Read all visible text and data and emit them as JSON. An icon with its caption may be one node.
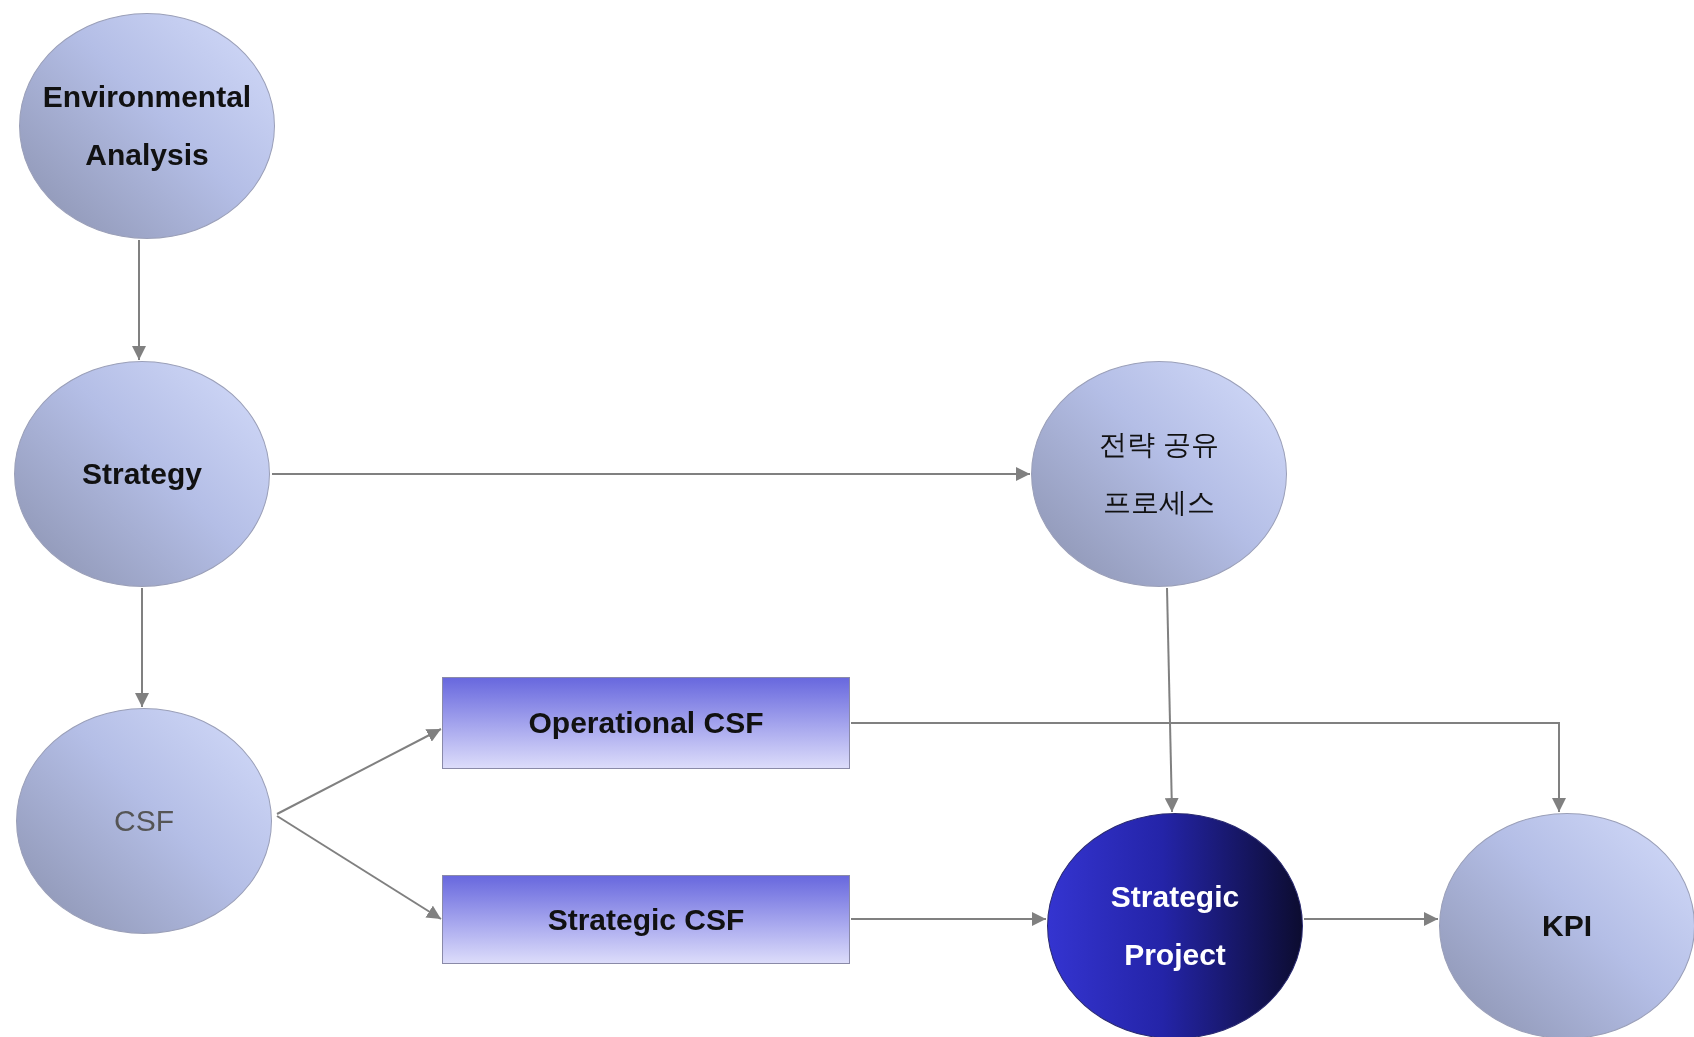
{
  "diagram": {
    "nodes": [
      {
        "text": [
          "Environmental Analysis"
        ]
      },
      {
        "text": [
          "Strategy"
        ]
      },
      {
        "text": [
          "전략 공유 프로세스"
        ]
      },
      {
        "text": [
          "CSF"
        ]
      },
      {
        "text": [
          "Operational CSF"
        ]
      },
      {
        "text": [
          "Strategic CSF"
        ]
      },
      {
        "text": [
          "Strategic Project"
        ]
      },
      {
        "text": [
          "KPI"
        ]
      }
    ],
    "edges": [
      {
        "from": 0,
        "to": 1,
        "arrow": "to"
      },
      {
        "from": 1,
        "to": 2,
        "arrow": "to"
      },
      {
        "from": 1,
        "to": 3,
        "arrow": "to"
      },
      {
        "from": 3,
        "to": 4,
        "arrow": "to"
      },
      {
        "from": 3,
        "to": 5,
        "arrow": "to"
      },
      {
        "from": 2,
        "to": 6,
        "arrow": "to"
      },
      {
        "from": 4,
        "to": 7,
        "arrow": "to"
      },
      {
        "from": 5,
        "to": 6,
        "arrow": "to"
      },
      {
        "from": 6,
        "to": 7,
        "arrow": "to"
      }
    ]
  }
}
